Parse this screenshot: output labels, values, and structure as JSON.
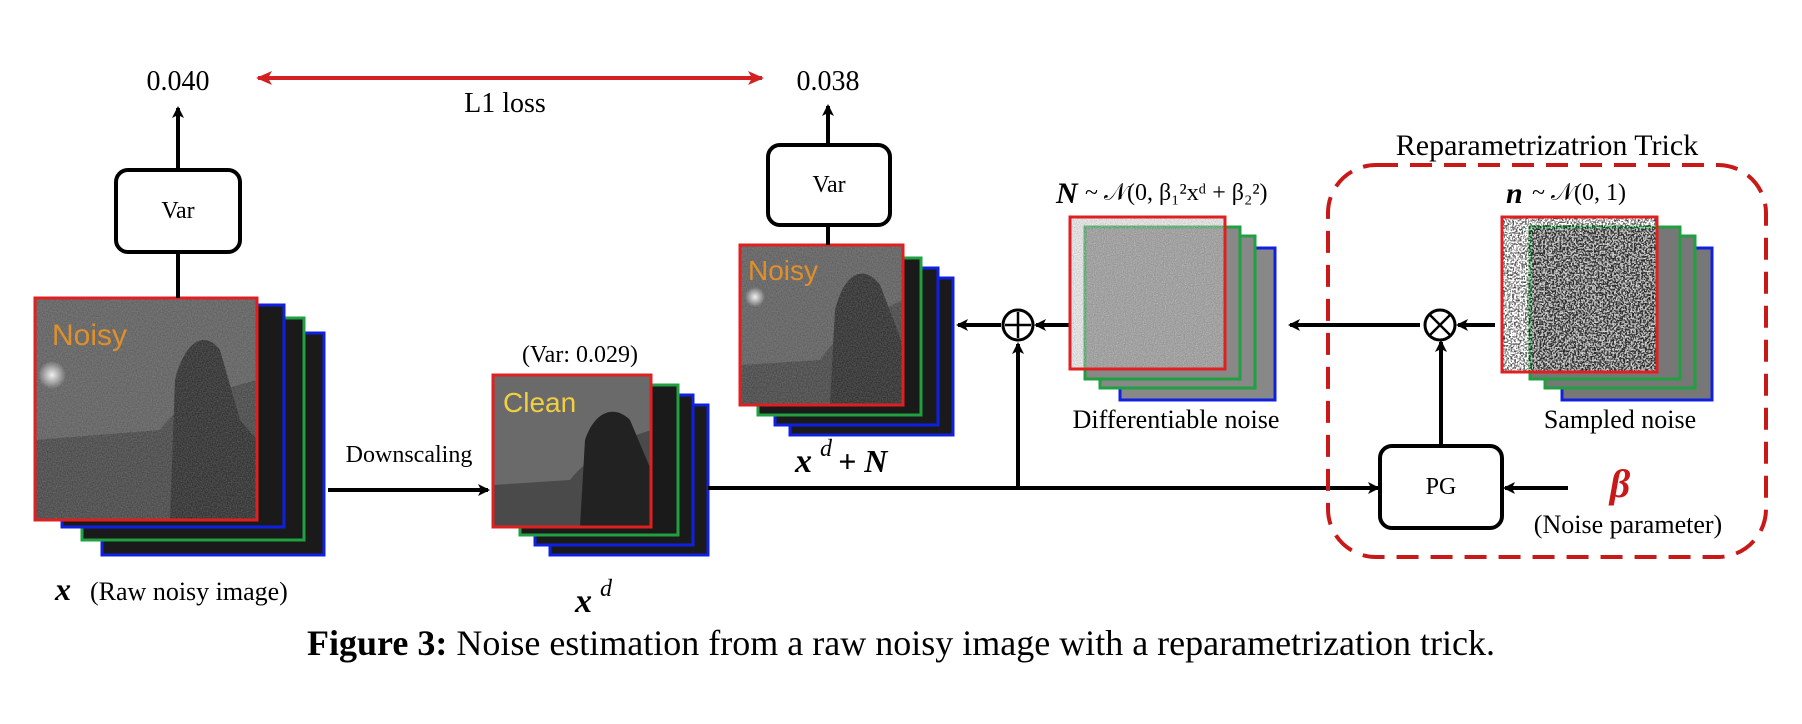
{
  "diagram": {
    "var_value_left": "0.040",
    "var_value_right": "0.038",
    "loss_label": "L1 loss",
    "var_box_label": "Var",
    "var_box_label_2": "Var",
    "reparam_title": "Reparametrizatrion Trick",
    "noisy_tag": "Noisy",
    "noisy_tag_2": "Noisy",
    "clean_tag": "Clean",
    "clean_var": "(Var: 0.029)",
    "downscaling_label": "Downscaling",
    "raw_symbol": "x",
    "raw_label": "(Raw noisy image)",
    "xd_symbol": "x",
    "xd_sup": "d",
    "sum_symbol": "x",
    "sum_sup": "d",
    "sum_rest": "+ N",
    "noise_dist_symbol": "N",
    "noise_dist_formula": "~ 𝒩(0, β₁²xᵈ + β₂²)",
    "diff_noise_label": "Differentiable noise",
    "sampled_dist_symbol": "n",
    "sampled_dist_formula": "~ 𝒩(0, 1)",
    "sampled_noise_label": "Sampled noise",
    "pg_label": "PG",
    "beta_symbol": "β",
    "noise_param_label": "(Noise parameter)",
    "plus_op": "⊕",
    "times_op": "⊗"
  },
  "caption": {
    "prefix": "Figure 3:",
    "text": "Noise estimation from a raw noisy image with a reparametrization trick."
  },
  "colors": {
    "frame_red": "#e02020",
    "frame_green": "#20a040",
    "frame_blue": "#1020e0",
    "loss_arrow": "#d42020",
    "reparam_box": "#c81818",
    "beta": "#c81818",
    "noisy_text": "#e0902a",
    "clean_text": "#f0d040"
  }
}
